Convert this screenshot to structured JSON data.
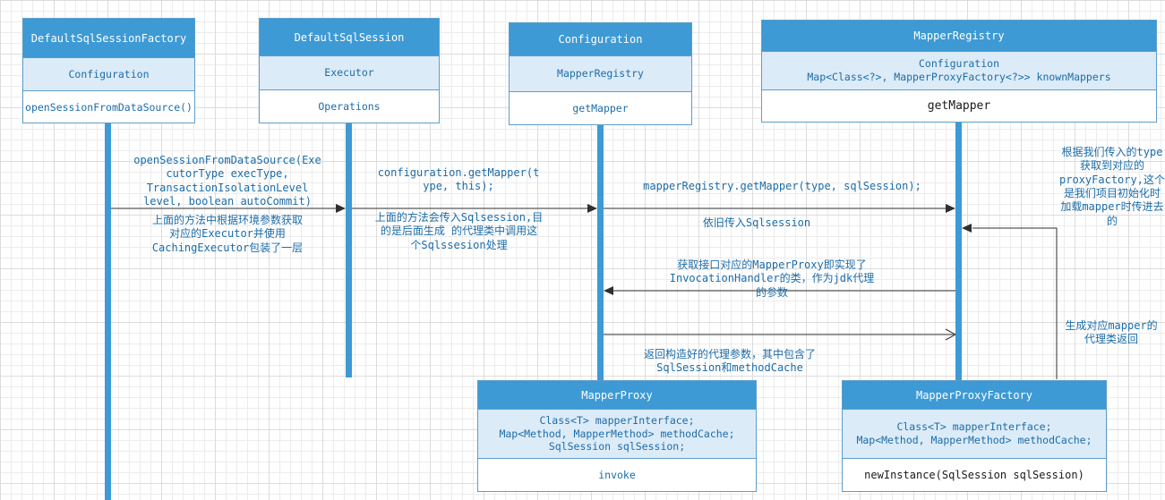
{
  "colors": {
    "header-blue": "#3d9ad5",
    "attr-blue": "#dcebf8",
    "text-blue": "#1c6ca8",
    "box-border": "#5e9dcb",
    "line-dark": "#2f2f2f"
  },
  "classes": {
    "factory": {
      "title": "DefaultSqlSessionFactory",
      "attrs": "Configuration",
      "methods": "openSessionFromDataSource()"
    },
    "session": {
      "title": "DefaultSqlSession",
      "attrs": "Executor",
      "methods": "Operations"
    },
    "configuration": {
      "title": "Configuration",
      "attrs": "MapperRegistry",
      "methods": "getMapper"
    },
    "registry": {
      "title": "MapperRegistry",
      "attrs": "Configuration\nMap<Class<?>, MapperProxyFactory<?>> knownMappers",
      "methods": "getMapper"
    },
    "proxy": {
      "title": "MapperProxy",
      "attrs": "Class<T> mapperInterface;\nMap<Method, MapperMethod> methodCache;\nSqlSession sqlSession;",
      "methods": "invoke"
    },
    "proxyFactory": {
      "title": "MapperProxyFactory",
      "attrs": "Class<T> mapperInterface;\nMap<Method, MapperMethod> methodCache;",
      "methods": "newInstance(SqlSession sqlSession)"
    }
  },
  "messages": {
    "call1": "openSessionFromDataSource(Exe\ncutorType execType,\nTransactionIsolationLevel\nlevel, boolean autoCommit)",
    "note1": "上面的方法中根据环境参数获取\n对应的Executor并使用\nCachingExecutor包装了一层",
    "call2": "configuration.getMapper(t\nype, this);",
    "note2": "上面的方法会传入Sqlsession,目\n的是后面生成 的代理类中调用这\n个Sqlssesion处理",
    "call3": "mapperRegistry.getMapper(type, sqlSession);",
    "note3": "依旧传入Sqlsession",
    "right_note": "根据我们传入的type\n获取到对应的\nproxyFactory,这个\n是我们项目初始化时\n加载mapper时传进去\n的",
    "get_proxy": "获取接口对应的MapperProxy即实现了\nInvocationHandler的类，作为jdk代理\n的参数",
    "return_proxy": "返回构造好的代理参数，其中包含了\nSqlSession和methodCache",
    "loop_note": "生成对应mapper的\n代理类返回"
  }
}
